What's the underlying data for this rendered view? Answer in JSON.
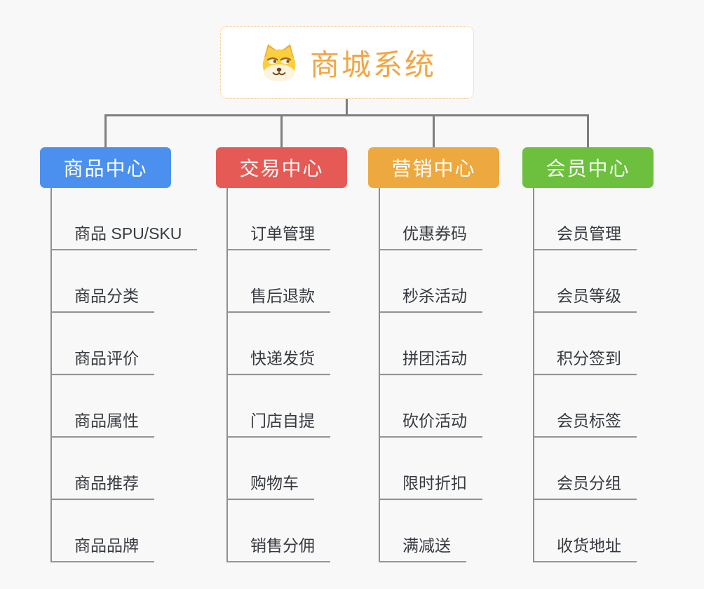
{
  "background": "#f8f8f8",
  "connector_color": "#7e7e7e",
  "child_line_color": "#8f8f8f",
  "root": {
    "title": "商城系统",
    "icon": "dog-face-icon",
    "title_color": "#f2a644",
    "border_color": "#f2c078"
  },
  "branches": [
    {
      "label": "商品中心",
      "color": "#4b90ee",
      "children": [
        "商品 SPU/SKU",
        "商品分类",
        "商品评价",
        "商品属性",
        "商品推荐",
        "商品品牌"
      ]
    },
    {
      "label": "交易中心",
      "color": "#e65a56",
      "children": [
        "订单管理",
        "售后退款",
        "快递发货",
        "门店自提",
        "购物车",
        "销售分佣"
      ]
    },
    {
      "label": "营销中心",
      "color": "#eda93f",
      "children": [
        "优惠券码",
        "秒杀活动",
        "拼团活动",
        "砍价活动",
        "限时折扣",
        "满减送"
      ]
    },
    {
      "label": "会员中心",
      "color": "#6cc03d",
      "children": [
        "会员管理",
        "会员等级",
        "积分签到",
        "会员标签",
        "会员分组",
        "收货地址"
      ]
    }
  ]
}
